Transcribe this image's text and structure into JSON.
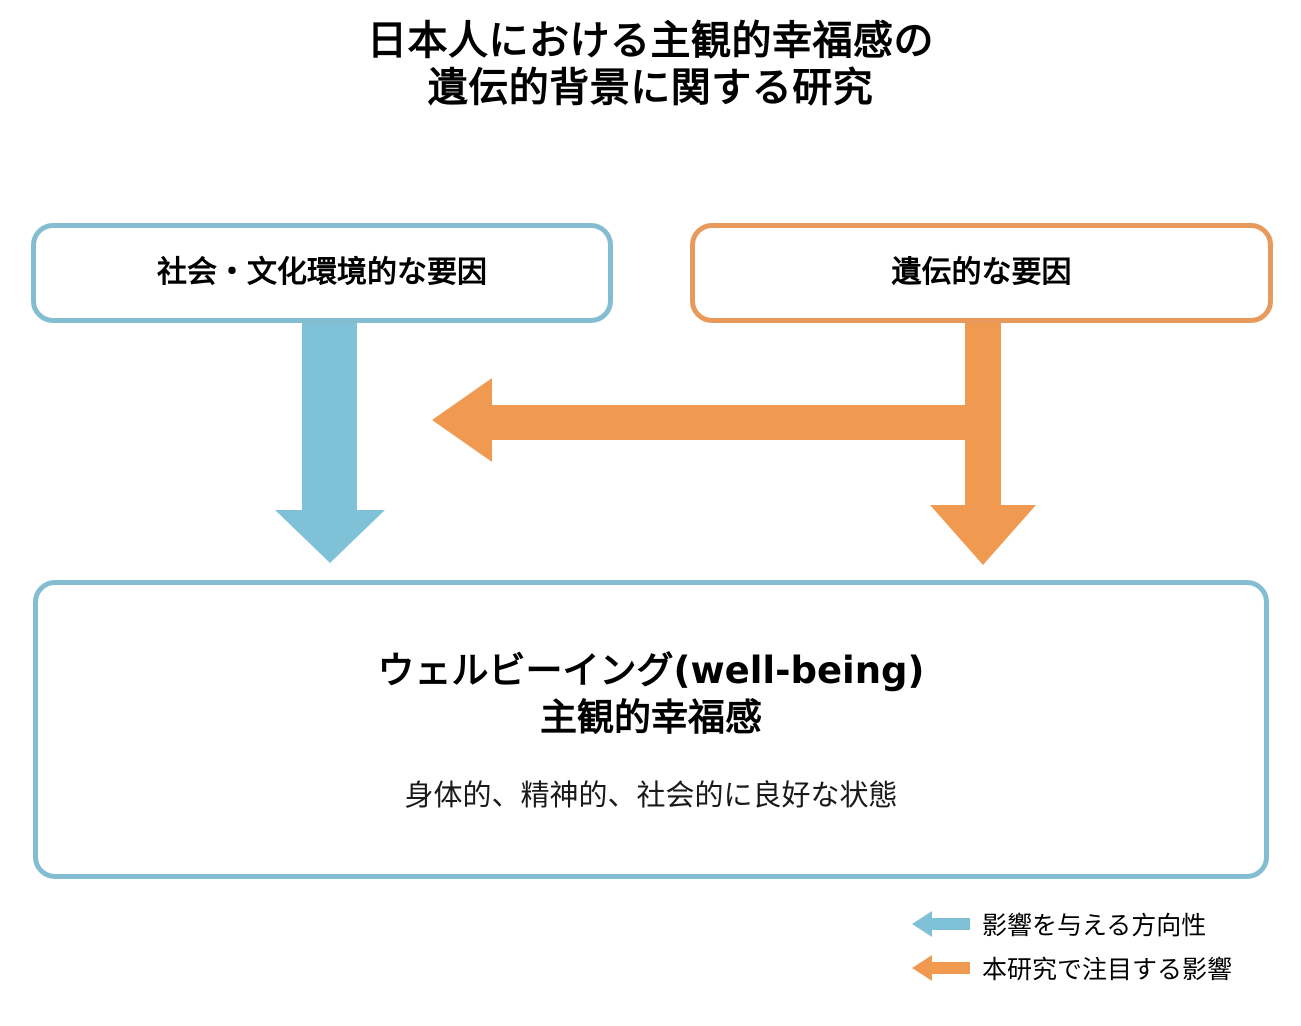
{
  "title": "日本人における主観的幸福感の\n遺伝的背景に関する研究",
  "boxes": {
    "social": {
      "label": "社会・文化環境的な要因",
      "border_color": "#84BDD1"
    },
    "genetic": {
      "label": "遺伝的な要因",
      "border_color": "#E79A5C"
    },
    "wellbeing": {
      "line1": "ウェルビーイング(well-being)",
      "line2": "主観的幸福感",
      "subtitle": "身体的、精神的、社会的に良好な状態",
      "border_color": "#84BDD1"
    }
  },
  "arrows": {
    "social_to_wellbeing": {
      "color": "#7FC2D8",
      "direction": "down"
    },
    "genetic_branch": {
      "color": "#F09A51",
      "direction": "down-and-left"
    }
  },
  "legend": {
    "items": [
      {
        "color": "#7FC2D8",
        "label": "影響を与える方向性",
        "icon": "left-arrow-icon"
      },
      {
        "color": "#F09A51",
        "label": "本研究で注目する影響",
        "icon": "left-arrow-icon"
      }
    ]
  },
  "colors": {
    "blue": "#7FC2D8",
    "blue_border": "#84BDD1",
    "orange": "#F09A51",
    "orange_border": "#E79A5C",
    "text": "#000000",
    "background": "#ffffff"
  }
}
